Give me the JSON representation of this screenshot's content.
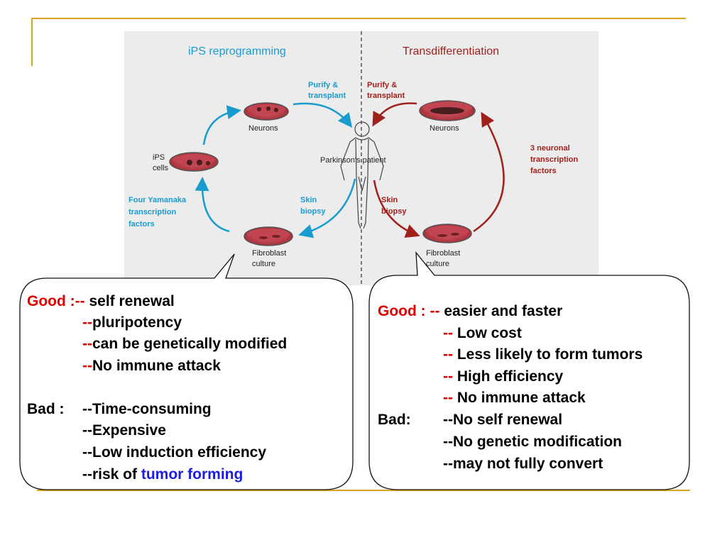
{
  "diagram": {
    "left_title": "iPS reprogramming",
    "right_title": "Transdifferentiation",
    "left_purify_1": "Purify &",
    "left_purify_2": "transplant",
    "right_purify_1": "Purify &",
    "right_purify_2": "transplant",
    "neurons_left": "Neurons",
    "neurons_right": "Neurons",
    "patient": "Parkinson's patient",
    "ips_cells_1": "iPS",
    "ips_cells_2": "cells",
    "yamanaka_1": "Four Yamanaka",
    "yamanaka_2": "transcription",
    "yamanaka_3": "factors",
    "skin_left_1": "Skin",
    "skin_left_2": "biopsy",
    "skin_right_1": "Skin",
    "skin_right_2": "biopsy",
    "fibro_left_1": "Fibroblast",
    "fibro_left_2": "culture",
    "fibro_right_1": "Fibroblast",
    "fibro_right_2": "culture",
    "neuronal_tf_1": "3 neuronal",
    "neuronal_tf_2": "transcription",
    "neuronal_tf_3": "factors"
  },
  "left_box": {
    "good_label": "Good :--",
    "good_items": [
      "self renewal",
      "pluripotency",
      "can be genetically modified",
      "No immune attack"
    ],
    "bad_label": "Bad :",
    "bad_items": [
      "--Time-consuming",
      "--Expensive",
      "--Low induction efficiency"
    ],
    "bad_last_prefix": "--risk of",
    "bad_last_highlight": "tumor forming",
    "dash": "--"
  },
  "right_box": {
    "good_label": "Good : --",
    "good_items": [
      "easier and faster",
      "Low cost",
      "Less likely to form tumors",
      "High efficiency",
      "No immune attack"
    ],
    "bad_label": "Bad:",
    "bad_items": [
      "--No self renewal",
      "--No genetic modification",
      "--may not fully convert"
    ],
    "dash": "--"
  },
  "colors": {
    "ips_blue": "#1a9bd0",
    "trans_red": "#a0201c",
    "accent_gold": "#d9a31c",
    "good_red": "#e00000",
    "highlight_blue": "#1d1de0"
  }
}
